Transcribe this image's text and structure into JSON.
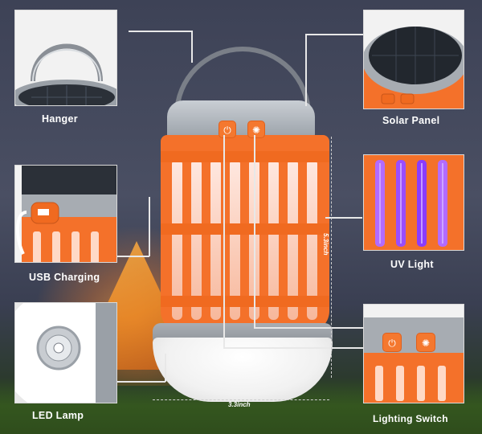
{
  "callouts": {
    "hanger": "Hanger",
    "usb_charging": "USB Charging",
    "led_lamp": "LED Lamp",
    "solar_panel": "Solar Panel",
    "uv_light": "UV Light",
    "lighting_switch": "Lighting Switch"
  },
  "dimensions": {
    "height": "5.3inch",
    "width": "3.3inch"
  },
  "icons": {
    "power": "power-icon",
    "light": "light-mode-icon"
  },
  "colors": {
    "lantern_orange": "#f4712a",
    "lantern_gray": "#9aa1a8",
    "uv_purple": "#8a3cff",
    "label_text": "#ffffff"
  }
}
